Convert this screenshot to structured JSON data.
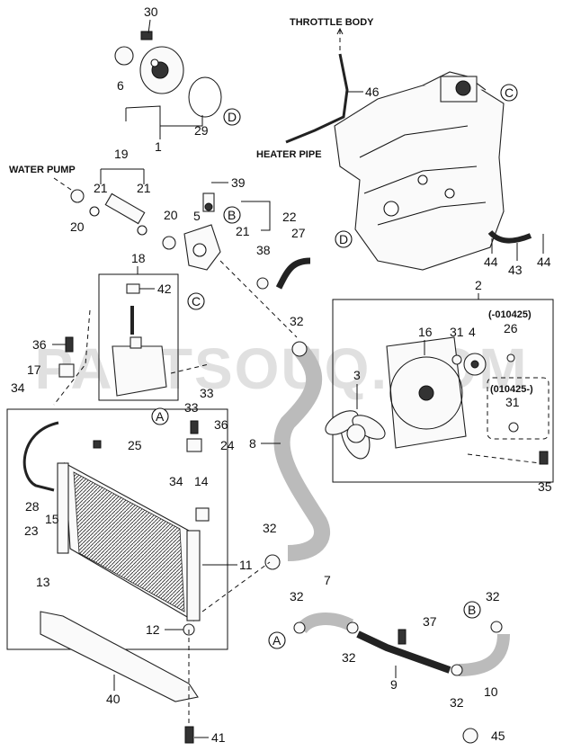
{
  "labels": {
    "throttle_body": "THROTTLE BODY",
    "heater_pipe": "HEATER PIPE",
    "water_pump": "WATER PUMP",
    "date_before": "(-010425)",
    "date_after": "(010425-)"
  },
  "watermark": "PARTSOUQ.COM",
  "refs": {
    "A": "A",
    "B": "B",
    "C": "C",
    "D": "D"
  },
  "part_numbers": {
    "p1": "1",
    "p2": "2",
    "p3": "3",
    "p4": "4",
    "p5": "5",
    "p6": "6",
    "p7": "7",
    "p8": "8",
    "p9": "9",
    "p10": "10",
    "p11": "11",
    "p12": "12",
    "p13": "13",
    "p14": "14",
    "p15": "15",
    "p16": "16",
    "p17": "17",
    "p18": "18",
    "p19": "19",
    "p20": "20",
    "p21": "21",
    "p22": "22",
    "p23": "23",
    "p24": "24",
    "p25": "25",
    "p26": "26",
    "p27": "27",
    "p28": "28",
    "p29": "29",
    "p30": "30",
    "p31": "31",
    "p32": "32",
    "p33": "33",
    "p34": "34",
    "p35": "35",
    "p36": "36",
    "p37": "37",
    "p38": "38",
    "p39": "39",
    "p40": "40",
    "p41": "41",
    "p42": "42",
    "p43": "43",
    "p44": "44",
    "p45": "45",
    "p46": "46"
  }
}
